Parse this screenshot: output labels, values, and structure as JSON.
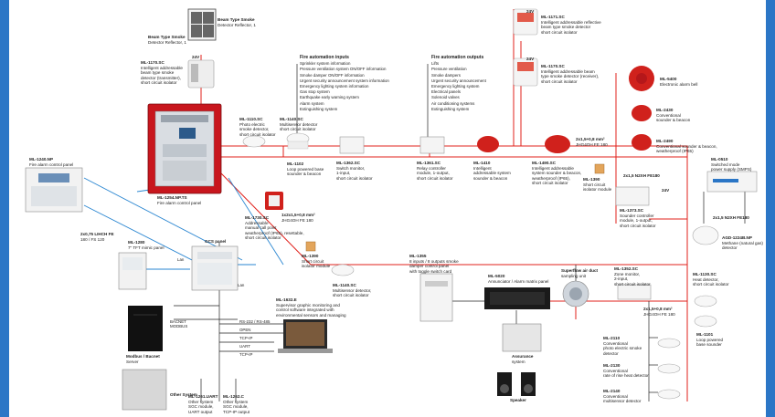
{
  "colors": {
    "border": "#2b76c6",
    "red_line": "#e0201b",
    "blue_line": "#2a86d1",
    "black_line": "#222222",
    "panel_red": "#c8161d"
  },
  "devices": {
    "beam_reflector": [
      "Beam Type Smoke",
      "Detector Reflector, 1"
    ],
    "beam_reflector2": [
      "Beam Type Smoke",
      "Detector Reflector, 1"
    ],
    "ml1170": [
      "ML-1170.SC",
      "Intelligent addressable",
      "beam type smoke",
      "detector (transmitter),",
      "short circuit isolator"
    ],
    "ml1171": [
      "ML-1171.SC",
      "Intelligent addressable reflective",
      "beam type smoke detector",
      "short circuit isolator"
    ],
    "ml1170b": [
      "ML-1170.SC",
      "Intelligent addressable beam",
      "type smoke detector (receiver),",
      "short circuit isolator"
    ],
    "ml1110": [
      "ML-1110.SC",
      "Photo electric",
      "smoke detector,",
      "short circuit isolator"
    ],
    "ml1140a": [
      "ML-1140.SC",
      "Multisensor detector",
      "short circuit isolator"
    ],
    "ml1102": [
      "ML-1102",
      "Loop powered base",
      "sounder & beacon"
    ],
    "ml1362": [
      "ML-1362.SC",
      "Switch monitor,",
      "1-input,",
      "short circuit isolator"
    ],
    "ml1361": [
      "ML-1361.SC",
      "Relay controller",
      "module, 1-output,",
      "short circuit isolator"
    ],
    "ml1410": [
      "ML-1410",
      "Intelligent",
      "addressable system",
      "sounder & beacon"
    ],
    "ml1490": [
      "ML-1490.SC",
      "Intelligent addressable",
      "system sounder & beacon,",
      "weatherproof (IP65),",
      "short circuit isolator"
    ],
    "ml5400": [
      "ML-5400",
      "Electronic alarm bell"
    ],
    "ml2430": [
      "ML-2430",
      "Conventional",
      "sounder & beacon"
    ],
    "ml2490": [
      "ML-2490",
      "Conventional sounder & beacon,",
      "weatherproof (IP65)"
    ],
    "ml1390": [
      "ML-1390",
      "Short circuit",
      "isolator module"
    ],
    "ml1373": [
      "ML-1373.SC",
      "Sounder controller",
      "module, 1-output,",
      "short circuit isolator"
    ],
    "ml0510": [
      "ML-0510",
      "Switched mode",
      "power supply (SMPS)"
    ],
    "agd": [
      "AGD-1224B.NP",
      "Methane (natural gas)",
      "detector"
    ],
    "ml1240": [
      "ML-1240.NP",
      "Fire alarm control panel"
    ],
    "ml1254": [
      "ML-1254.NP.TS",
      "Fire alarm control panel"
    ],
    "ml1730": [
      "ML-1730.SC",
      "Addressable",
      "manual call point",
      "weatherproof (IP65), resettable,",
      "short circuit isolator"
    ],
    "ml1280": [
      "ML-1280",
      "7\" TFT mimic panel"
    ],
    "gcs": [
      "GCS panel"
    ],
    "ml1390b": [
      "ML-1390",
      "Short circuit",
      "isolator module"
    ],
    "ml1140b": [
      "ML-1140.SC",
      "Multisensor detector,",
      "short circuit isolator"
    ],
    "ml1355": [
      "ML-1355",
      "8 inputs / 8 outputs smoke",
      "damper control panel",
      "with toggle switch card"
    ],
    "ml5020": [
      "ML-5020",
      "Annunciator / Alarm matrix panel"
    ],
    "duct": [
      "Superflow air duct",
      "sampling unit"
    ],
    "ml1352": [
      "ML-1352.SC",
      "Zone monitor,",
      "2-input,",
      "short circuit isolator"
    ],
    "ml1130": [
      "ML-1130.SC",
      "Heat detector,",
      "short circuit isolator"
    ],
    "ml1101": [
      "ML-1101",
      "Loop powered",
      "base sounder"
    ],
    "ml2110": [
      "ML-2110",
      "Conventional",
      "photo electric smoke",
      "detector"
    ],
    "ml2130": [
      "ML-2130",
      "Conventional",
      "rate of rise heat detector"
    ],
    "ml2140": [
      "ML-2140",
      "Conventional",
      "multisensor detector"
    ],
    "ml1632": [
      "ML-1632.E",
      "Supervisor graphic monitoring and",
      "control software integrated with",
      "environmental sensors and managing"
    ],
    "bacnet": [
      "Modbus / Bacnet",
      "Server"
    ],
    "other": [
      "Other System"
    ],
    "ml1261": [
      "ML-1261.UART",
      "Other system",
      "SGC module,",
      "UART output"
    ],
    "ml1262": [
      "ML-1262.C",
      "Other system",
      "SGC module,",
      "TCP-IP output"
    ],
    "assurance": [
      "Assurance",
      "system"
    ],
    "speaker": [
      "Speaker"
    ]
  },
  "inputs": {
    "heading": "Fire automation inputs",
    "items": [
      "Sprinkler system information",
      "Pressure ventilation system ON/OFF information",
      "Smoke damper ON/OFF information",
      "Urgent security announcement system information",
      "Emergency lighting system information",
      "Gas stop system",
      "Earthquake early warning system",
      "Alarm system",
      "Extinguishing system"
    ]
  },
  "outputs": {
    "heading": "Fire automation outputs",
    "items": [
      "Lifts",
      "Pressure ventilation",
      "Smoke dampers",
      "Urgent security announcement",
      "Emergency lighting system",
      "Electrical panels",
      "Solenoid valves",
      "Air conditioning systems",
      "Extinguishing system"
    ]
  },
  "cables": {
    "c1": [
      "2x1,5+0,8 mm²",
      "JHG4OH FE 180"
    ],
    "c2": [
      "1x2x1,5+0,8 mm²",
      "JHG4OH FE 180"
    ],
    "c3": [
      "2x1,5+0,8 mm²",
      "JHG4OH FE 180"
    ],
    "c4": [
      "2x1,5 N2XH FE180"
    ],
    "c5": [
      "2x1,5 N2XH FE180"
    ],
    "c6": [
      "2x0,75 LIHCH FE",
      "180 / FS 120"
    ],
    "c7": [
      "2x1,5+0,8 mm²",
      "JHG4OH FE 180"
    ],
    "v24a": [
      "24V"
    ],
    "v24b": [
      "24V"
    ],
    "v24c": [
      "24V"
    ],
    "v24d": [
      "24V"
    ]
  },
  "connections": [
    "BACNET",
    "MODBUS",
    "RS-232 / RS-485",
    "OPEN",
    "TCP-IP",
    "UART",
    "TCP-IP"
  ],
  "connections2": [
    "Lan",
    "Lan"
  ]
}
